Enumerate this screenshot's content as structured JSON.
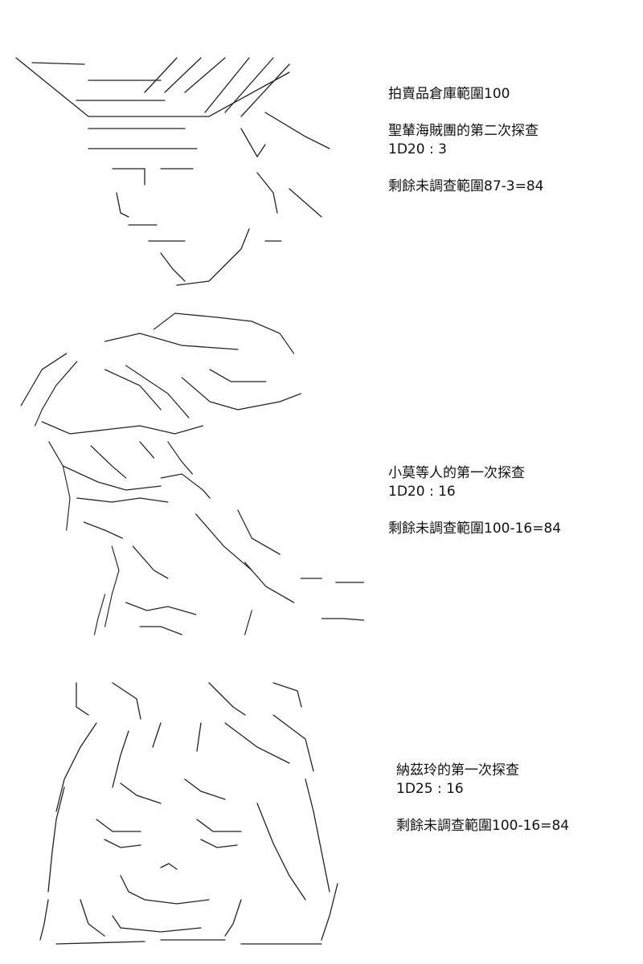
{
  "panels": [
    {
      "art": "ascii-art-character-1",
      "title": "拍賣品倉庫範圍100",
      "roll_label": "聖輦海賊團的第二次探查",
      "roll_result": "1D20 : 3",
      "remaining": "剩餘未調查範圍87-3=84"
    },
    {
      "art": "ascii-art-character-2",
      "roll_label": "小莫等人的第一次探查",
      "roll_result": "1D20 : 16",
      "remaining": "剩餘未調查範圍100-16=84"
    },
    {
      "art": "ascii-art-character-3",
      "roll_label": "納茲玲的第一次探查",
      "roll_result": "1D25 : 16",
      "remaining": "剩餘未調查範圍100-16=84"
    }
  ]
}
